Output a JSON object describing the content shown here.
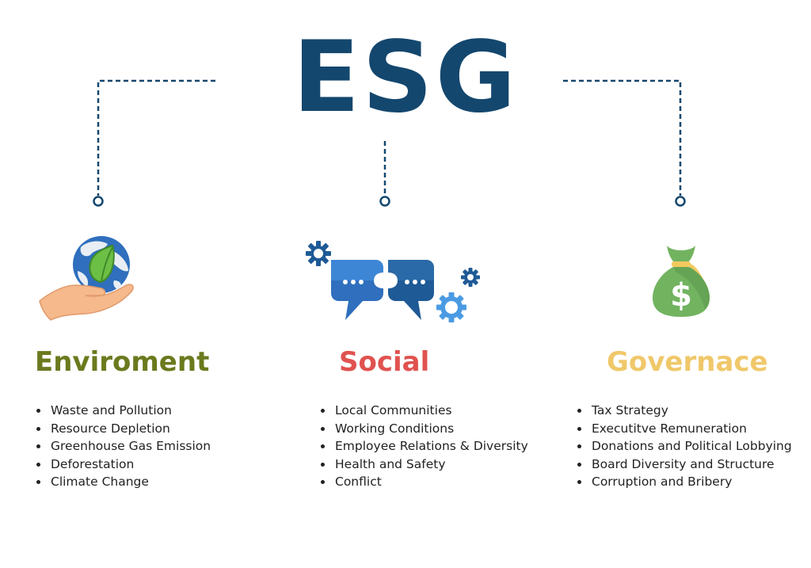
{
  "title": "ESG",
  "colors": {
    "title": "#14476e",
    "connector": "#14476e",
    "environment": "#6a7a1e",
    "social": "#e0524f",
    "governance": "#f0c86a"
  },
  "pillars": [
    {
      "title": "Enviroment",
      "icon": "globe-in-hand-with-leaf-icon",
      "items": [
        "Waste and Pollution",
        "Resource Depletion",
        "Greenhouse Gas Emission",
        "Deforestation",
        "Climate Change"
      ]
    },
    {
      "title": "Social",
      "icon": "speech-bubbles-with-gears-icon",
      "items": [
        "Local Communities",
        "Working Conditions",
        "Employee Relations & Diversity",
        "Health and Safety",
        "Conflict"
      ]
    },
    {
      "title": "Governace",
      "icon": "money-bag-icon",
      "items": [
        "Tax Strategy",
        "Executitve Remuneration",
        "Donations and Political Lobbying",
        "Board Diversity and Structure",
        "Corruption and Bribery"
      ]
    }
  ]
}
